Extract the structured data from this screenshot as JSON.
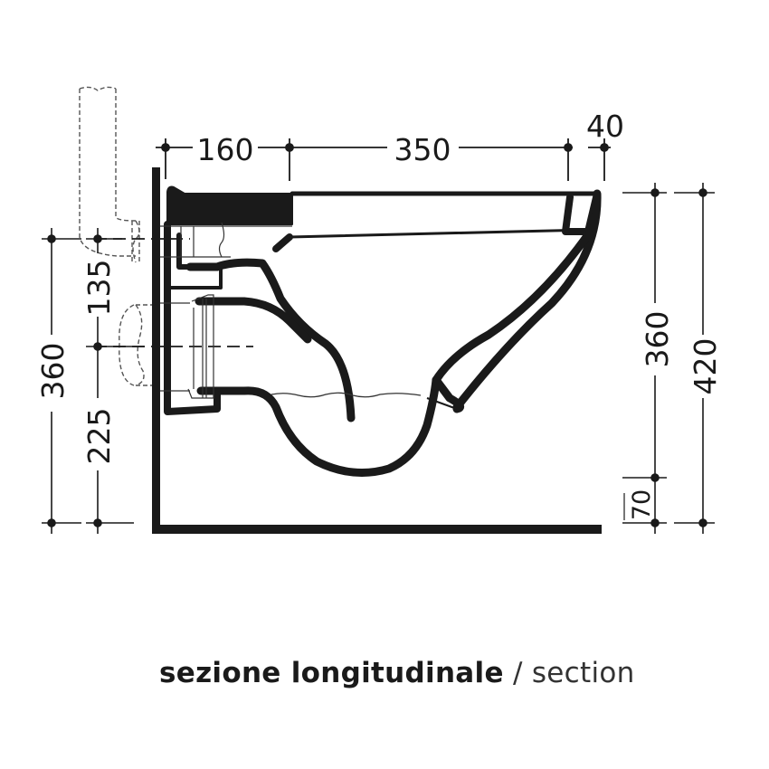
{
  "title": {
    "primary": "sezione longitudinale",
    "separator": " / ",
    "secondary": "section"
  },
  "dimensions": {
    "top": {
      "wall_to_outlet": "160",
      "bowl_length": "350",
      "rim_overhang": "40"
    },
    "left": {
      "total_height": "360",
      "inlet_to_outlet": "135",
      "outlet_height": "225"
    },
    "right": {
      "rim_to_bottom": "360",
      "total_height": "420",
      "base_offset": "70"
    }
  },
  "colors": {
    "line": "#1a1a1a",
    "background": "#ffffff",
    "hidden_line": "#555555"
  }
}
